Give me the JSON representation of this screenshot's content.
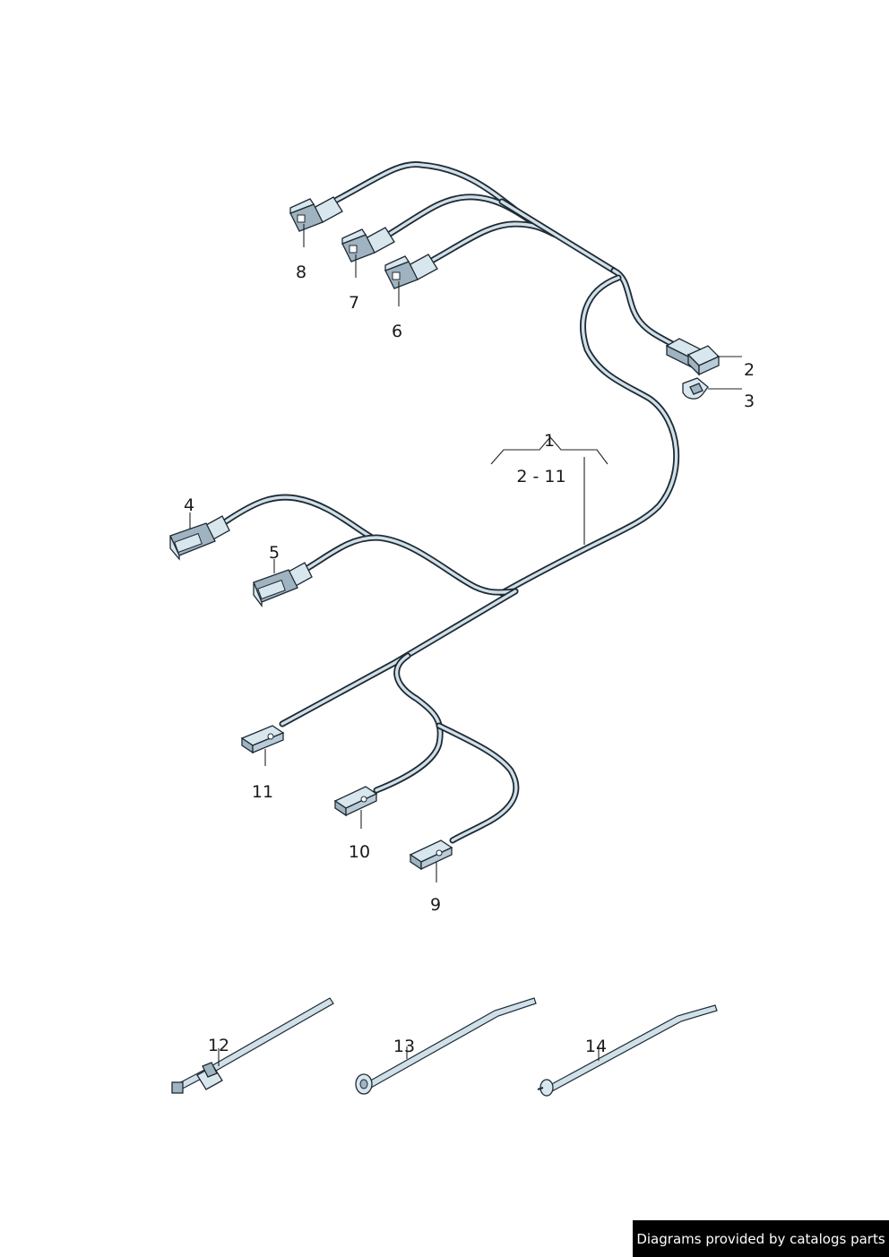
{
  "callouts": {
    "c1": "1",
    "c1_range": "2 - 11",
    "c2": "2",
    "c3": "3",
    "c4": "4",
    "c5": "5",
    "c6": "6",
    "c7": "7",
    "c8": "8",
    "c9": "9",
    "c10": "10",
    "c11": "11",
    "c12": "12",
    "c13": "13",
    "c14": "14"
  },
  "footer": {
    "text": "Diagrams provided by catalogs parts"
  },
  "colors": {
    "wire_fill": "#cfe0e8",
    "outline": "#1f2a33",
    "footer_bg": "#000000"
  }
}
